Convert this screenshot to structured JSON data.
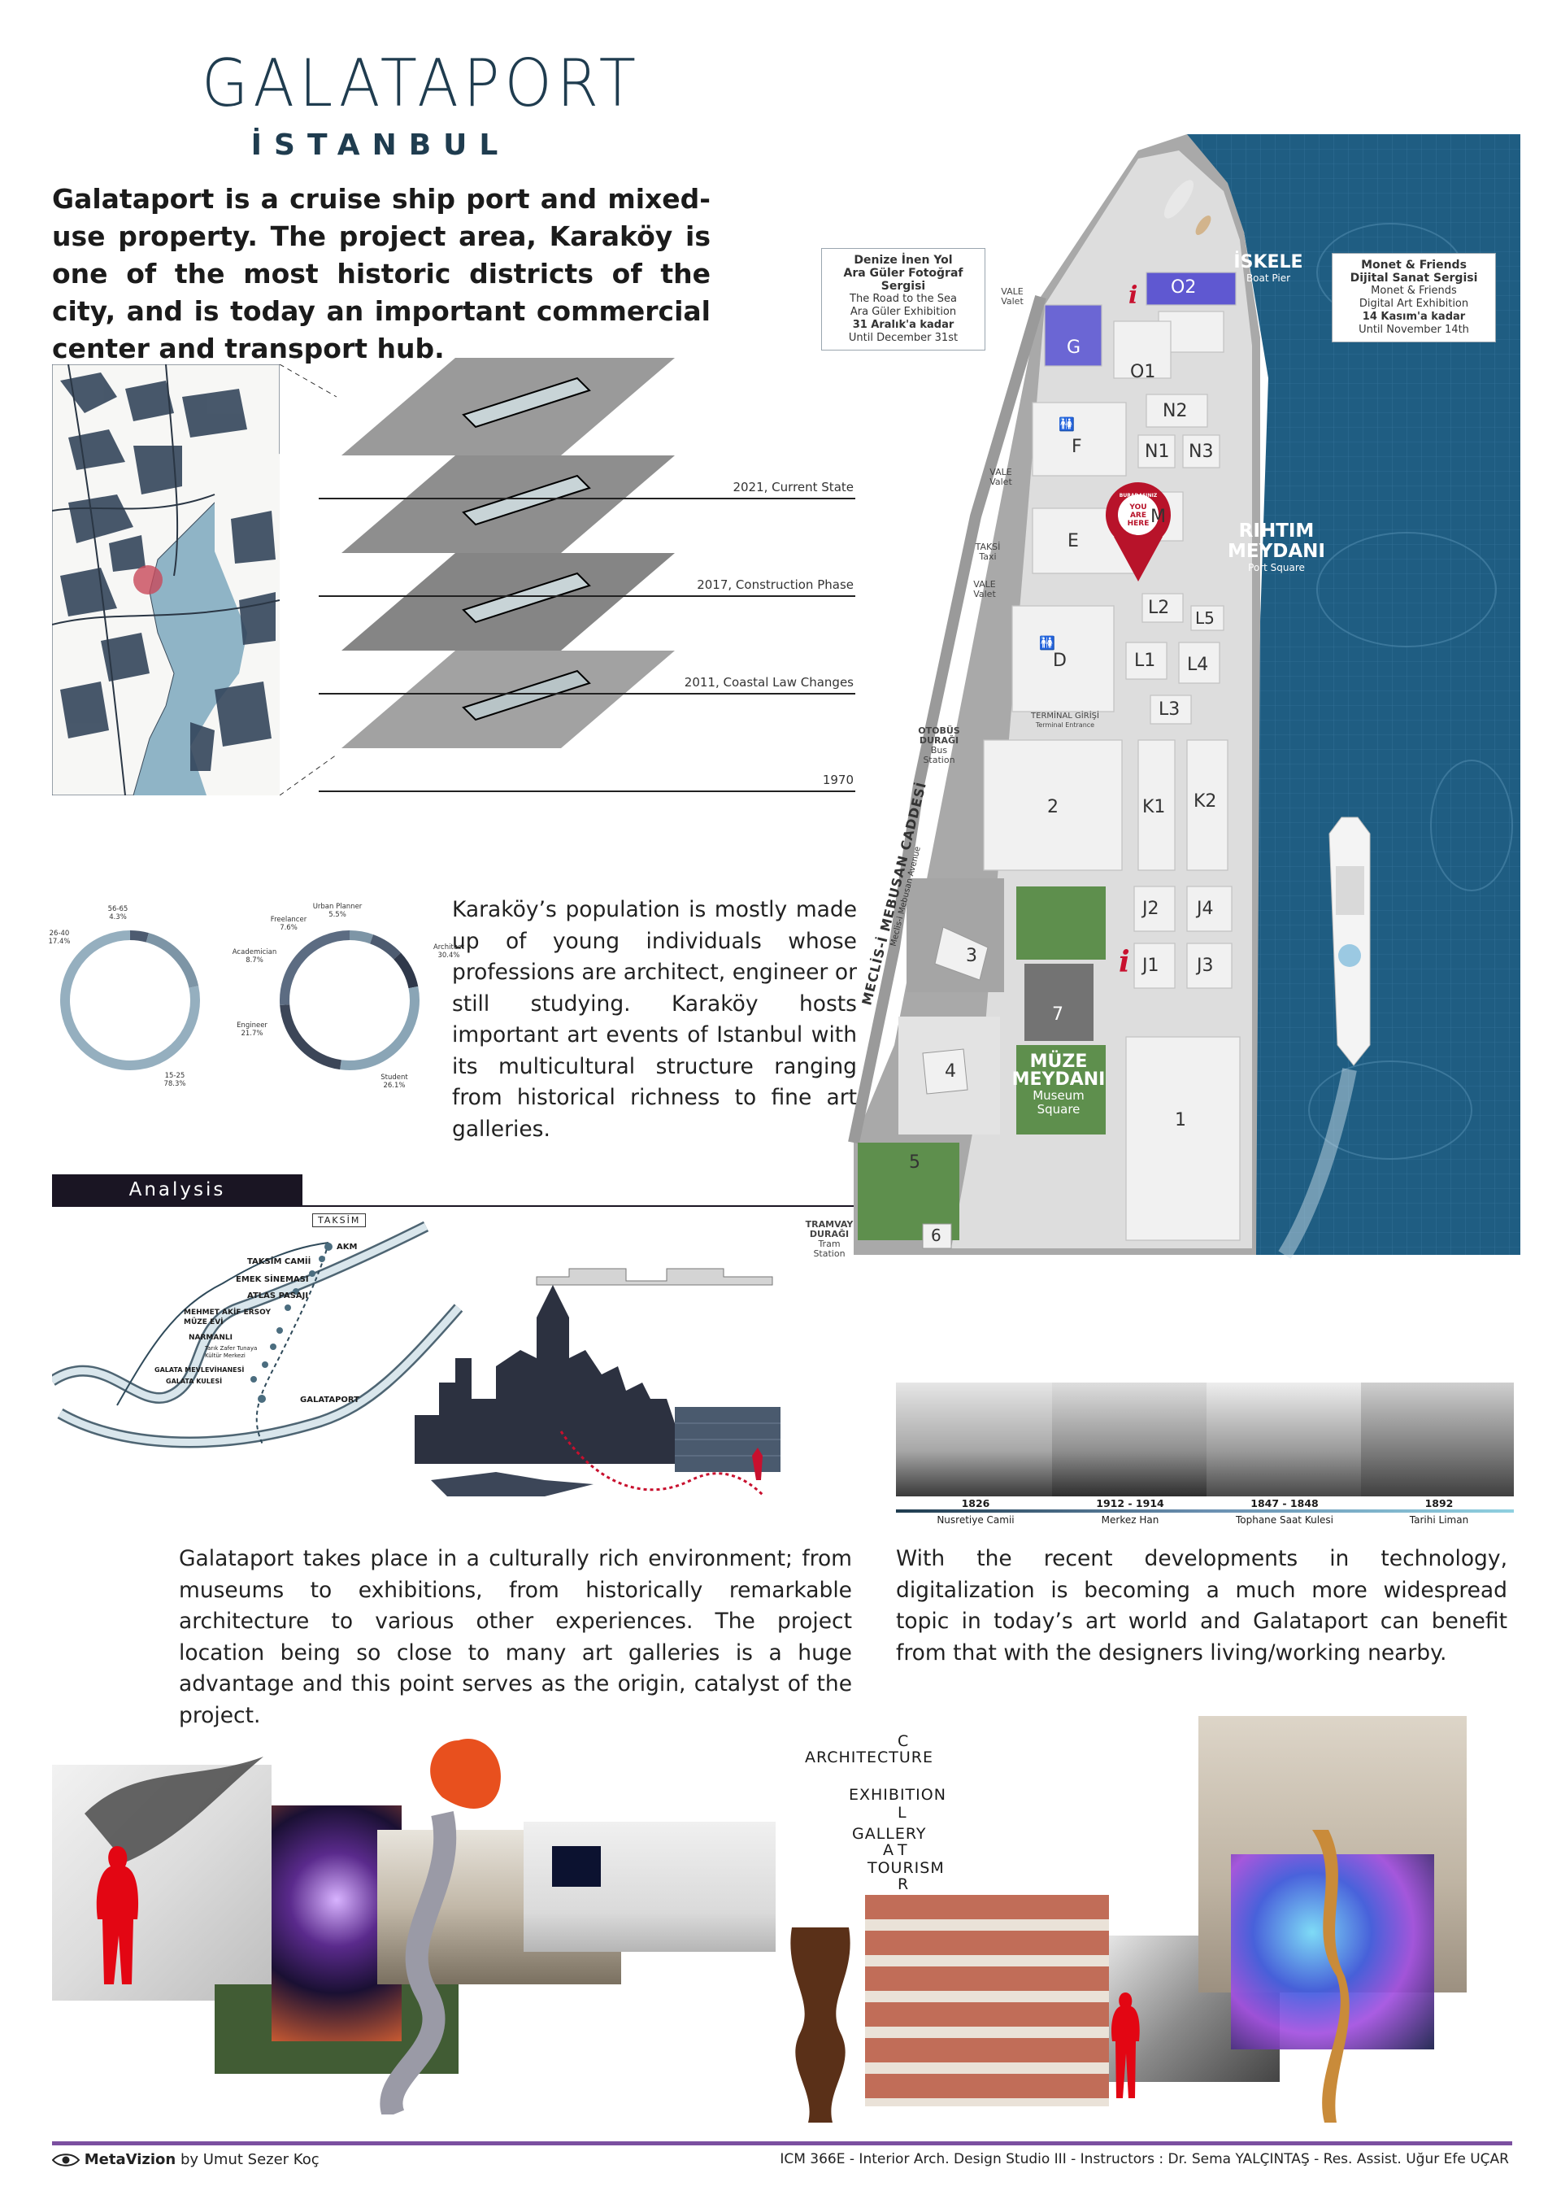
{
  "header": {
    "logo_title": "GALATAPORT",
    "logo_subtitle": "İSTANBUL"
  },
  "intro": {
    "text": "Galataport is a cruise ship port and mixed-use property. The project area, Karaköy is one of the most historic districts of the city, and is today an important commercial center and transport hub."
  },
  "timeline_layers": [
    {
      "label": "2021, Current State"
    },
    {
      "label": "2017, Construction Phase"
    },
    {
      "label": "2011, Coastal Law Changes"
    },
    {
      "label": "1970"
    }
  ],
  "age_chart": {
    "segments": [
      {
        "label": "56-65",
        "pct": "4.3%",
        "value": 4.3
      },
      {
        "label": "26-40",
        "pct": "17.4%",
        "value": 17.4
      },
      {
        "label": "15-25",
        "pct": "78.3%",
        "value": 78.3
      }
    ]
  },
  "profession_chart": {
    "segments": [
      {
        "label": "Urban Planner",
        "pct": "5.5%",
        "value": 5.5
      },
      {
        "label": "Freelancer",
        "pct": "7.6%",
        "value": 7.6
      },
      {
        "label": "Academician",
        "pct": "8.7%",
        "value": 8.7
      },
      {
        "label": "Architect",
        "pct": "30.4%",
        "value": 30.4
      },
      {
        "label": "Engineer",
        "pct": "21.7%",
        "value": 21.7
      },
      {
        "label": "Student",
        "pct": "26.1%",
        "value": 26.1
      }
    ]
  },
  "population_text": "Karaköy’s population is mostly made up of young individuals whose professions are architect, engineer or still studying. Karaköy hosts important art events of Istanbul with its multicultural structure ranging from historical richness to fine art galleries.",
  "analysis": {
    "label": "Analysis"
  },
  "route_map": {
    "title": "TAKSİM",
    "stops": [
      "AKM",
      "TAKSİM CAMİİ",
      "EMEK SİNEMASI",
      "ATLAS PASAJI",
      "MEHMET AKİF ERSOY MÜZE EVİ",
      "NARMANLI",
      "Tarık Zafer Tunaya Kültür Merkezi",
      "GALATA MEVLEVİHANESİ",
      "GALATA KULESİ",
      "GALATAPORT"
    ]
  },
  "culture_text": "Galataport takes place in a culturally rich environment; from museums to exhibitions, from historically remarkable architecture to various other experiences. The project location being so close to many art galleries is a huge advantage and this point serves as the origin, catalyst of the project.",
  "history_strip": [
    {
      "year": "1826",
      "name": "Nusretiye Camii"
    },
    {
      "year": "1912 - 1914",
      "name": "Merkez Han"
    },
    {
      "year": "1847 - 1848",
      "name": "Tophane Saat Kulesi"
    },
    {
      "year": "1892",
      "name": "Tarihi Liman"
    }
  ],
  "digital_text": "With the recent developments in technology, digitalization is becoming a much more widespread topic in today’s art world and Galataport can benefit from that with the designers living/working nearby.",
  "site_map": {
    "buildings": [
      "O2",
      "O1",
      "G",
      "N2",
      "F",
      "N1",
      "N3",
      "E",
      "M",
      "L2",
      "L5",
      "D",
      "L1",
      "L4",
      "L3",
      "2",
      "K1",
      "K2",
      "J2",
      "J4",
      "3",
      "J1",
      "J3",
      "7",
      "4",
      "1",
      "5",
      "6"
    ],
    "labels": {
      "iskele": "İSKELE",
      "iskele_en": "Boat Pier",
      "rihtim": "RIHTIM",
      "meydani": "MEYDANI",
      "rihtim_en": "Port Square",
      "muze": "MÜZE",
      "muze_meydani": "MEYDANI",
      "muze_en1": "Museum",
      "muze_en2": "Square",
      "vale1": "VALE",
      "vale1_en": "Valet",
      "vale2": "VALE",
      "vale2_en": "Valet",
      "taksi": "TAKSİ",
      "taksi_en": "Taxi",
      "vale3": "VALE",
      "vale3_en": "Valet",
      "otobus1": "OTOBÜS",
      "otobus2": "DURAĞI",
      "otobus_en": "Bus Station",
      "terminal": "TERMİNAL GİRİŞİ",
      "terminal_en": "Terminal Entrance",
      "street": "MECLİS-İ MEBUSAN CADDESİ",
      "street_en": "Meclis-i Mebusan Avenue",
      "tram1": "TRAMVAY",
      "tram2": "DURAĞI",
      "tram_en1": "Tram",
      "tram_en2": "Station",
      "pin1": "BURADASINIZ",
      "pin2": "YOU",
      "pin3": "ARE",
      "pin4": "HERE"
    },
    "info_left": {
      "l1": "Denize İnen Yol",
      "l2": "Ara Güler Fotoğraf",
      "l3": "Sergisi",
      "l4": "The Road to the Sea",
      "l5": "Ara Güler Exhibition",
      "l6": "31 Aralık'a kadar",
      "l7": "Until December 31st"
    },
    "info_right": {
      "l1": "Monet & Friends",
      "l2": "Dijital Sanat Sergisi",
      "l3": "Monet & Friends",
      "l4": "Digital Art Exhibition",
      "l5": "14 Kasım'a kadar",
      "l6": "Until November 14th"
    }
  },
  "culture_words": [
    {
      "text": "ARCHITECTURE"
    },
    {
      "text": "EXHIBITION"
    },
    {
      "text": "GALLERY"
    },
    {
      "text": "TOURISM"
    },
    {
      "text": "C"
    },
    {
      "text": "L"
    },
    {
      "text": "T"
    },
    {
      "text": "R"
    },
    {
      "text": "A"
    }
  ],
  "footer": {
    "brand": "MetaVizion",
    "by": " by Umut Sezer Koç",
    "course": "ICM 366E - Interior Arch. Design Studio III - Instructors : Dr. Sema YALÇINTAŞ - Res. Assist. Uğur Efe UÇAR"
  },
  "colors": {
    "navy": "#1f3c4f",
    "sea": "#1f5d82",
    "accent_purple": "#7b4fa0",
    "map_red": "#c8102e",
    "donut_light": "#8aa5b6",
    "donut_dark": "#3c4658"
  }
}
